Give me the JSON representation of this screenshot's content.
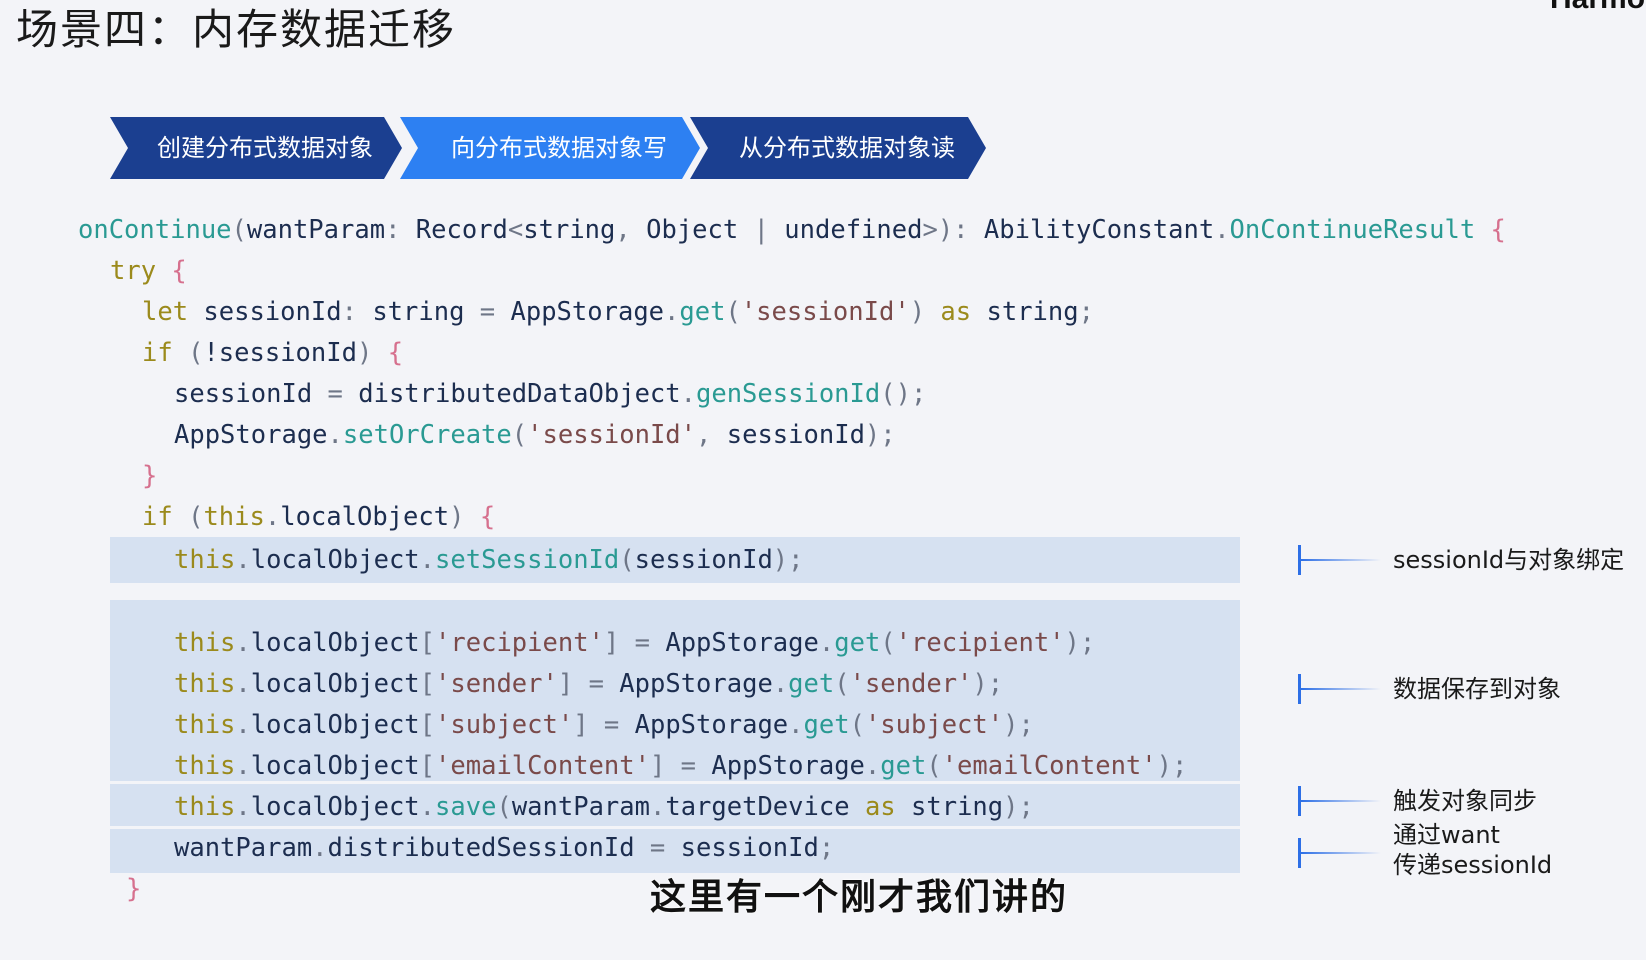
{
  "title": "场景四：内存数据迁移",
  "brand": "Harmo",
  "steps": [
    "创建分布式数据对象",
    "向分布式数据对象写",
    "从分布式数据对象读"
  ],
  "code": {
    "l1": {
      "a": "onContinue",
      "b": "(",
      "c": "wantParam",
      "d": ": ",
      "e": "Record",
      "f": "<",
      "g": "string",
      ",": ", ",
      "h": "Object",
      "i": " | ",
      "j": "undefined",
      "k": ">",
      "l": "): ",
      "m": "AbilityConstant",
      "n": ".",
      "o": "OnContinueResult",
      "p": " {"
    },
    "l2": {
      "a": "try",
      "b": " {"
    },
    "l3": {
      "a": "let",
      "b": " sessionId",
      "c": ": ",
      "d": "string",
      "e": " = ",
      "f": "AppStorage",
      "g": ".",
      "h": "get",
      "i": "(",
      "j": "'sessionId'",
      "k": ") ",
      "l": "as",
      "m": " string",
      "n": ";"
    },
    "l4": {
      "a": "if",
      "b": " (",
      "c": "!sessionId",
      "d": ") ",
      "e": "{"
    },
    "l5": {
      "a": "sessionId",
      "b": " = ",
      "c": "distributedDataObject",
      "d": ".",
      "e": "genSessionId",
      "f": "();"
    },
    "l6": {
      "a": "AppStorage",
      "b": ".",
      "c": "setOrCreate",
      "d": "(",
      "e": "'sessionId'",
      "f": ", ",
      "g": "sessionId",
      "h": ");"
    },
    "l7": {
      "a": "}"
    },
    "l8": {
      "a": "if",
      "b": " (",
      "c": "this",
      "d": ".",
      "e": "localObject",
      "f": ") ",
      "g": "{"
    },
    "l9": {
      "a": "this",
      "b": ".",
      "c": "localObject",
      "d": ".",
      "e": "setSessionId",
      "f": "(",
      "g": "sessionId",
      "h": ");"
    },
    "l10": {
      "a": "this",
      "b": ".",
      "c": "localObject",
      "d": "[",
      "e": "'recipient'",
      "f": "] = ",
      "g": "AppStorage",
      "h": ".",
      "i": "get",
      "j": "(",
      "k": "'recipient'",
      "l": ");"
    },
    "l11": {
      "a": "this",
      "b": ".",
      "c": "localObject",
      "d": "[",
      "e": "'sender'",
      "f": "] = ",
      "g": "AppStorage",
      "h": ".",
      "i": "get",
      "j": "(",
      "k": "'sender'",
      "l": ");"
    },
    "l12": {
      "a": "this",
      "b": ".",
      "c": "localObject",
      "d": "[",
      "e": "'subject'",
      "f": "] = ",
      "g": "AppStorage",
      "h": ".",
      "i": "get",
      "j": "(",
      "k": "'subject'",
      "l": ");"
    },
    "l13": {
      "a": "this",
      "b": ".",
      "c": "localObject",
      "d": "[",
      "e": "'emailContent'",
      "f": "] = ",
      "g": "AppStorage",
      "h": ".",
      "i": "get",
      "j": "(",
      "k": "'emailContent'",
      "l": ");"
    },
    "l14": {
      "a": "this",
      "b": ".",
      "c": "localObject",
      "d": ".",
      "e": "save",
      "f": "(",
      "g": "wantParam",
      "h": ".",
      "i": "targetDevice ",
      "j": "as",
      "k": " string",
      "l": ");"
    },
    "l15": {
      "a": "wantParam",
      "b": ".",
      "c": "distributedSessionId",
      "d": " = ",
      "e": "sessionId",
      "f": ";"
    },
    "l16": {
      "a": "}"
    }
  },
  "annotations": {
    "a1": "sessionId与对象绑定",
    "a2": "数据保存到对象",
    "a3": "触发对象同步",
    "a4a": "通过want",
    "a4b": "传递sessionId"
  },
  "subtitle": "这里有一个刚才我们讲的"
}
